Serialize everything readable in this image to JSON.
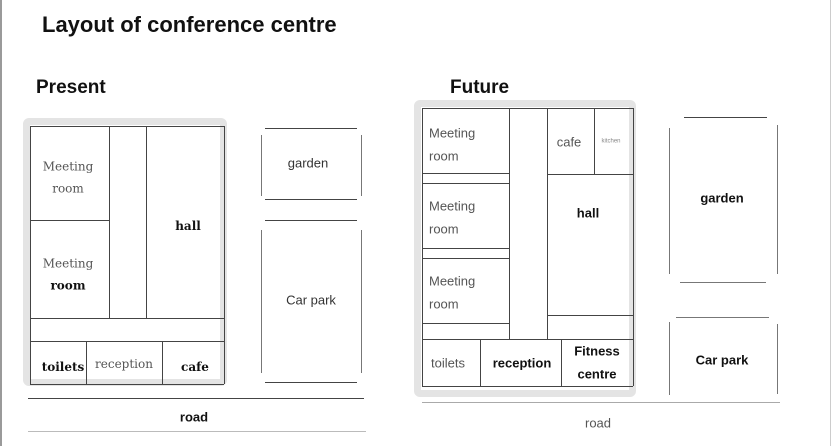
{
  "title": "Layout of conference centre",
  "present": {
    "heading": "Present",
    "rooms": {
      "meeting1": [
        "Meeting",
        "room"
      ],
      "meeting2": [
        "Meeting",
        "room"
      ],
      "hall": "hall",
      "toilets": "toilets",
      "reception": "reception",
      "cafe": "cafe",
      "garden": "garden",
      "car_park": "Car park",
      "road": "road"
    }
  },
  "future": {
    "heading": "Future",
    "rooms": {
      "meeting1": [
        "Meeting",
        "room"
      ],
      "meeting2": [
        "Meeting",
        "room"
      ],
      "meeting3": [
        "Meeting",
        "room"
      ],
      "cafe": "cafe",
      "kitchen": "kitchen",
      "hall": "hall",
      "toilets": "toilets",
      "reception": "reception",
      "fitness": [
        "Fitness",
        "centre"
      ],
      "garden": "garden",
      "car_park": "Car park",
      "road": "road"
    }
  }
}
